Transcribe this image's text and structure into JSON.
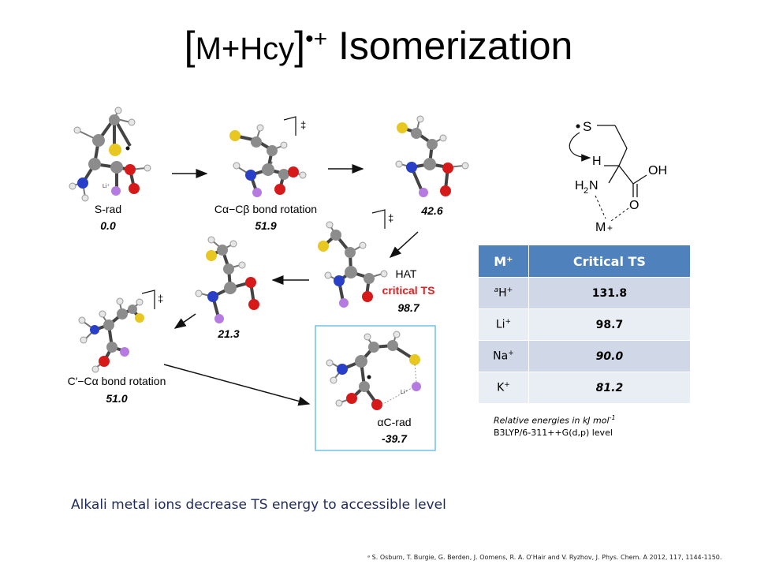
{
  "title": {
    "open": "[",
    "species": "M+Hcy",
    "close": "]",
    "charge": "•+",
    "rest": " Isomerization"
  },
  "steps": [
    {
      "label": "S-rad",
      "energy": "0.0",
      "metal": "Li⁺"
    },
    {
      "label": "Cα−Cβ bond rotation",
      "energy": "51.9",
      "ts_mark": "‡"
    },
    {
      "label": "",
      "energy": "42.6"
    },
    {
      "label_line1": "HAT",
      "label_line2": "critical TS",
      "energy": "98.7",
      "ts_mark": "‡"
    },
    {
      "label": "",
      "energy": "21.3"
    },
    {
      "label": "C′−Cα bond rotation",
      "energy": "51.0",
      "ts_mark": "‡"
    },
    {
      "label": "αC-rad",
      "energy": "-39.7",
      "metal": "Li⁺"
    }
  ],
  "scheme": {
    "s": "S",
    "h": "H",
    "oh": "OH",
    "h2": "H",
    "two": "2",
    "n": "N",
    "o": "O",
    "m": "M",
    "plus": "+"
  },
  "table": {
    "headers": [
      "M⁺",
      "Critical TS"
    ],
    "rows": [
      {
        "ion": "H",
        "ion_sup": "+",
        "note": "a",
        "value": "131.8"
      },
      {
        "ion": "Li",
        "ion_sup": "+",
        "value": "98.7"
      },
      {
        "ion": "Na",
        "ion_sup": "+",
        "value": "90.0"
      },
      {
        "ion": "K",
        "ion_sup": "+",
        "value": "81.2"
      }
    ]
  },
  "notes": {
    "units": "Relative energies in kJ mol",
    "units_exp": "-1",
    "level": "B3LYP/6-311++G(d,p) level"
  },
  "conclusion": "Alkali metal ions decrease TS energy to accessible level",
  "citation": "ᵃ S. Osburn, T. Burgie, G. Berden, J. Oomens, R. A. O'Hair and V. Ryzhov, J. Phys. Chem. A 2012, 117, 1144-1150.",
  "colors": {
    "carbon": "#8c8c8c",
    "hydrogen": "#e6e6e6",
    "sulfur": "#e8c820",
    "nitrogen": "#2a3fc7",
    "oxygen": "#d61a1a",
    "lithium": "#b57be0",
    "highlight": "#e02020",
    "table_header": "#4f81bd",
    "box": "#6fc3e6"
  }
}
